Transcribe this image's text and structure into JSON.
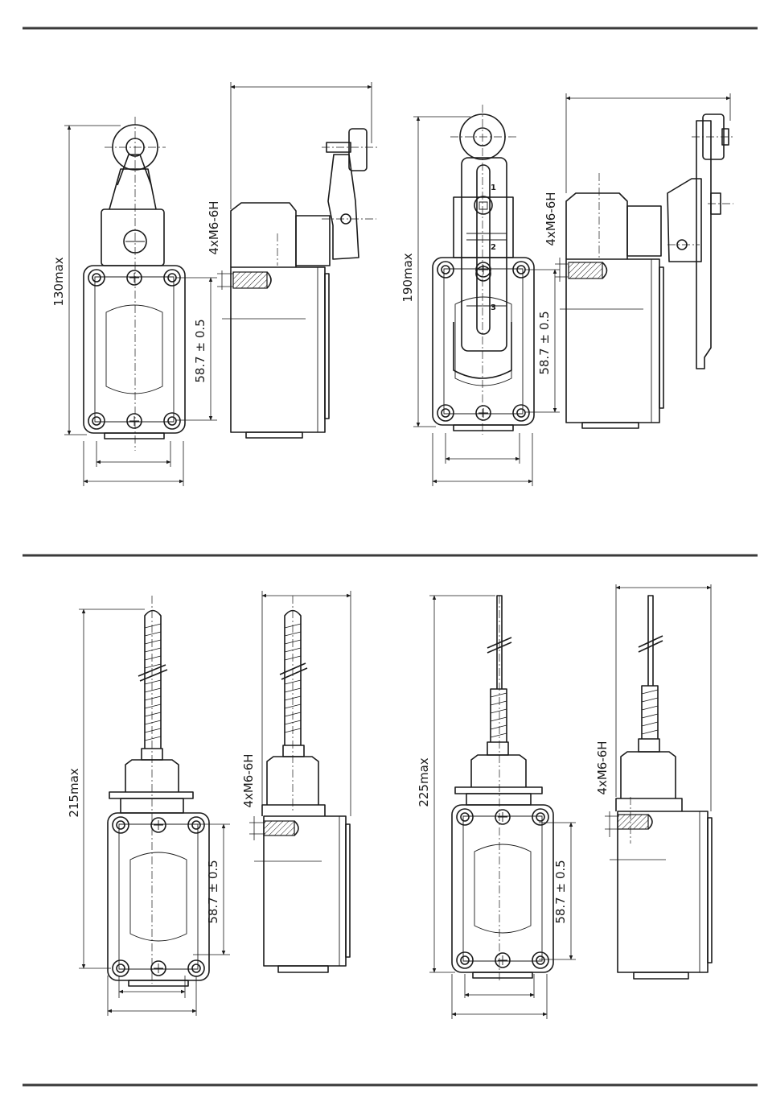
{
  "labels": {
    "thread": "4xM6-6H",
    "hole_spacing": "58.7 ± 0.5",
    "height_roller_lever": "130max",
    "height_adjustable_lever": "190max",
    "height_spring_plunger": "215max",
    "height_spring_rod": "225max"
  },
  "lever_positions": [
    "1",
    "2",
    "3"
  ]
}
